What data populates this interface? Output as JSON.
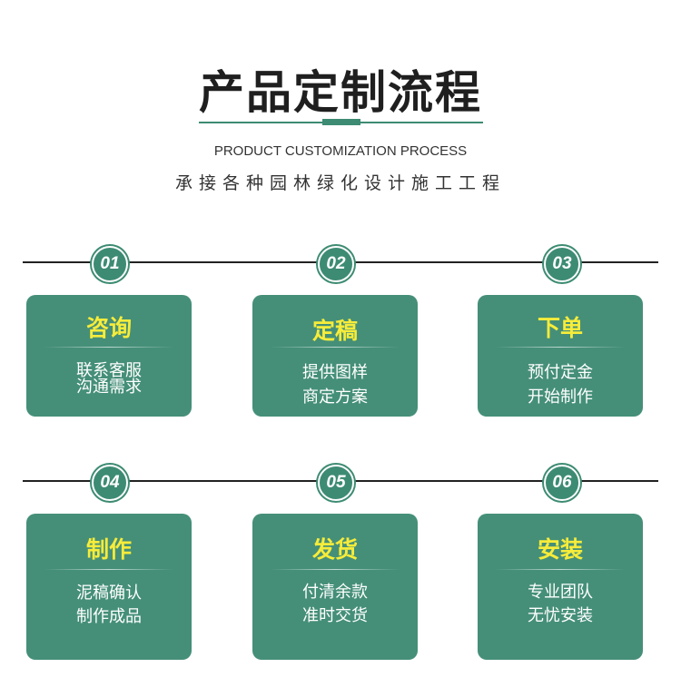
{
  "header": {
    "title": "产品定制流程",
    "subtitle_en": "PRODUCT CUSTOMIZATION PROCESS",
    "subtitle_cn": "承接各种园林绿化设计施工工程"
  },
  "colors": {
    "accent": "#3d8b73",
    "card": "#458f78",
    "card_title": "#f7ec3a"
  },
  "steps": [
    {
      "number": "01",
      "title": "咨询",
      "line1": "联系客服",
      "line2": "沟通需求"
    },
    {
      "number": "02",
      "title": "定稿",
      "line1": "提供图样",
      "line2": "商定方案"
    },
    {
      "number": "03",
      "title": "下单",
      "line1": "预付定金",
      "line2": "开始制作"
    },
    {
      "number": "04",
      "title": "制作",
      "line1": "泥稿确认",
      "line2": "制作成品"
    },
    {
      "number": "05",
      "title": "发货",
      "line1": "付清余款",
      "line2": "准时交货"
    },
    {
      "number": "06",
      "title": "安装",
      "line1": "专业团队",
      "line2": "无忧安装"
    }
  ]
}
